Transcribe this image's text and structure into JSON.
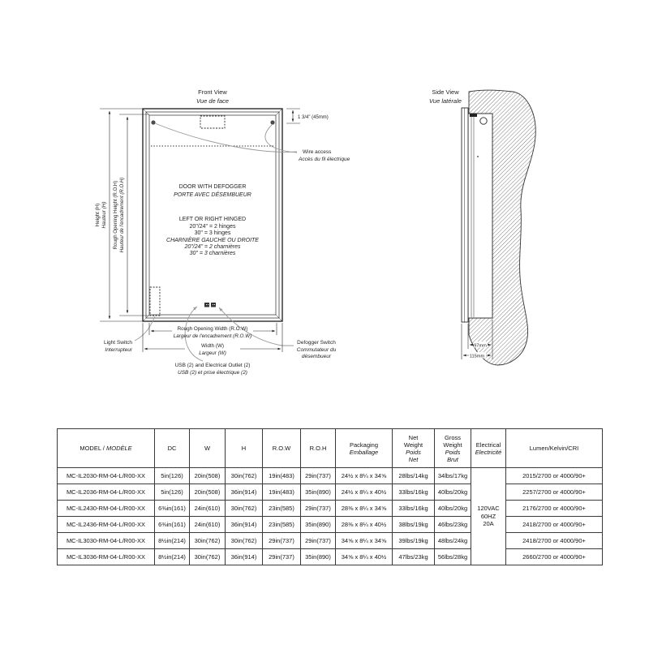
{
  "front_view": {
    "title_en": "Front View",
    "title_fr": "Vue de face",
    "reveal_dim": "1 3/4\" (45mm)",
    "wire_access_en": "Wire access",
    "wire_access_fr": "Accès du fil électrique",
    "door_lines": [
      "DOOR WITH DEFOGGER",
      "PORTE AVEC DÉSEMBUEUR",
      "LEFT OR RIGHT HINGED",
      "20\"/24\" = 2 hinges",
      "30\" = 3 hinges",
      "CHARNIÈRE GAUCHE OU DROITE",
      "20\"/24\" = 2 charnières",
      "30\" = 3 charnières"
    ],
    "height_en": "Height (H)",
    "height_fr": "Hauteur (H)",
    "roh_en": "Rough Opening Height (R.O.H)",
    "roh_fr": "Hauteur de l'encadrement (R.O.H)",
    "row_en": "Rough Opening Width (R.O.W)",
    "row_fr": "Largeur de l'encadrement (R.O.W)",
    "width_en": "Width (W)",
    "width_fr": "Largeur (W)",
    "light_switch_en": "Light Switch",
    "light_switch_fr": "Interrupteur",
    "usb_en": "USB (2) and Electrical Outlet (2)",
    "usb_fr": "USB (2) et prise électrique (2)",
    "defogger_en": "Defogger Switch",
    "defogger_fr1": "Commutateur du",
    "defogger_fr2": "désembueur"
  },
  "side_view": {
    "title_en": "Side View",
    "title_fr": "Vue latérale",
    "depth_inner": "97mm",
    "depth_outer": "115mm"
  },
  "spec_table": {
    "headers": {
      "model_en": "MODEL /",
      "model_fr": "MODÈLE",
      "dc": "DC",
      "w": "W",
      "h": "H",
      "row": "R.O.W",
      "roh": "R.O.H",
      "packaging_en": "Packaging",
      "packaging_fr": "Emballage",
      "net_en1": "Net",
      "net_en2": "Weight",
      "net_fr1": "Poids",
      "net_fr2": "Net",
      "gross_en1": "Gross",
      "gross_en2": "Weight",
      "gross_fr1": "Poids",
      "gross_fr2": "Brut",
      "elec_en": "Electrical",
      "elec_fr": "Electricité",
      "lumen": "Lumen/Kelvin/CRI"
    },
    "electrical": [
      "120VAC",
      "60HZ",
      "20A"
    ],
    "rows": [
      [
        "MC-IL2030-RM-04-L/R00-XX",
        "5in(126)",
        "20in(508)",
        "30in(762)",
        "19in(483)",
        "29in(737)",
        "24½ x 8¼ x 34⅝",
        "28lbs/14kg",
        "34lbs/17kg",
        "2015/2700 or 4000/90+"
      ],
      [
        "MC-IL2036-RM-04-L/R00-XX",
        "5in(126)",
        "20in(508)",
        "36in(914)",
        "19in(483)",
        "35in(890)",
        "24½ x 8¼ x 40½",
        "33lbs/16kg",
        "40lbs/20kg",
        "2257/2700 or 4000/90+"
      ],
      [
        "MC-IL2430-RM-04-L/R00-XX",
        "6⅜in(161)",
        "24in(610)",
        "30in(762)",
        "23in(585)",
        "29in(737)",
        "28⅜ x 8¼ x 34⅝",
        "33lbs/16kg",
        "40lbs/20kg",
        "2176/2700 or 4000/90+"
      ],
      [
        "MC-IL2436-RM-04-L/R00-XX",
        "6⅜in(161)",
        "24in(610)",
        "36in(914)",
        "23in(585)",
        "35in(890)",
        "28⅜ x 8¼ x 40½",
        "38lbs/19kg",
        "46lbs/23kg",
        "2418/2700 or 4000/90+"
      ],
      [
        "MC-IL3030-RM-04-L/R00-XX",
        "8½in(214)",
        "30in(762)",
        "30in(762)",
        "29in(737)",
        "29in(737)",
        "34⅝ x 8¼ x 34⅝",
        "39lbs/19kg",
        "48lbs/24kg",
        "2418/2700 or 4000/90+"
      ],
      [
        "MC-IL3036-RM-04-L/R00-XX",
        "8½in(214)",
        "30in(762)",
        "36in(914)",
        "29in(737)",
        "35in(890)",
        "34⅝ x 8¼ x 40½",
        "47lbs/23kg",
        "56lbs/28kg",
        "2660/2700 or 4000/90+"
      ]
    ]
  }
}
